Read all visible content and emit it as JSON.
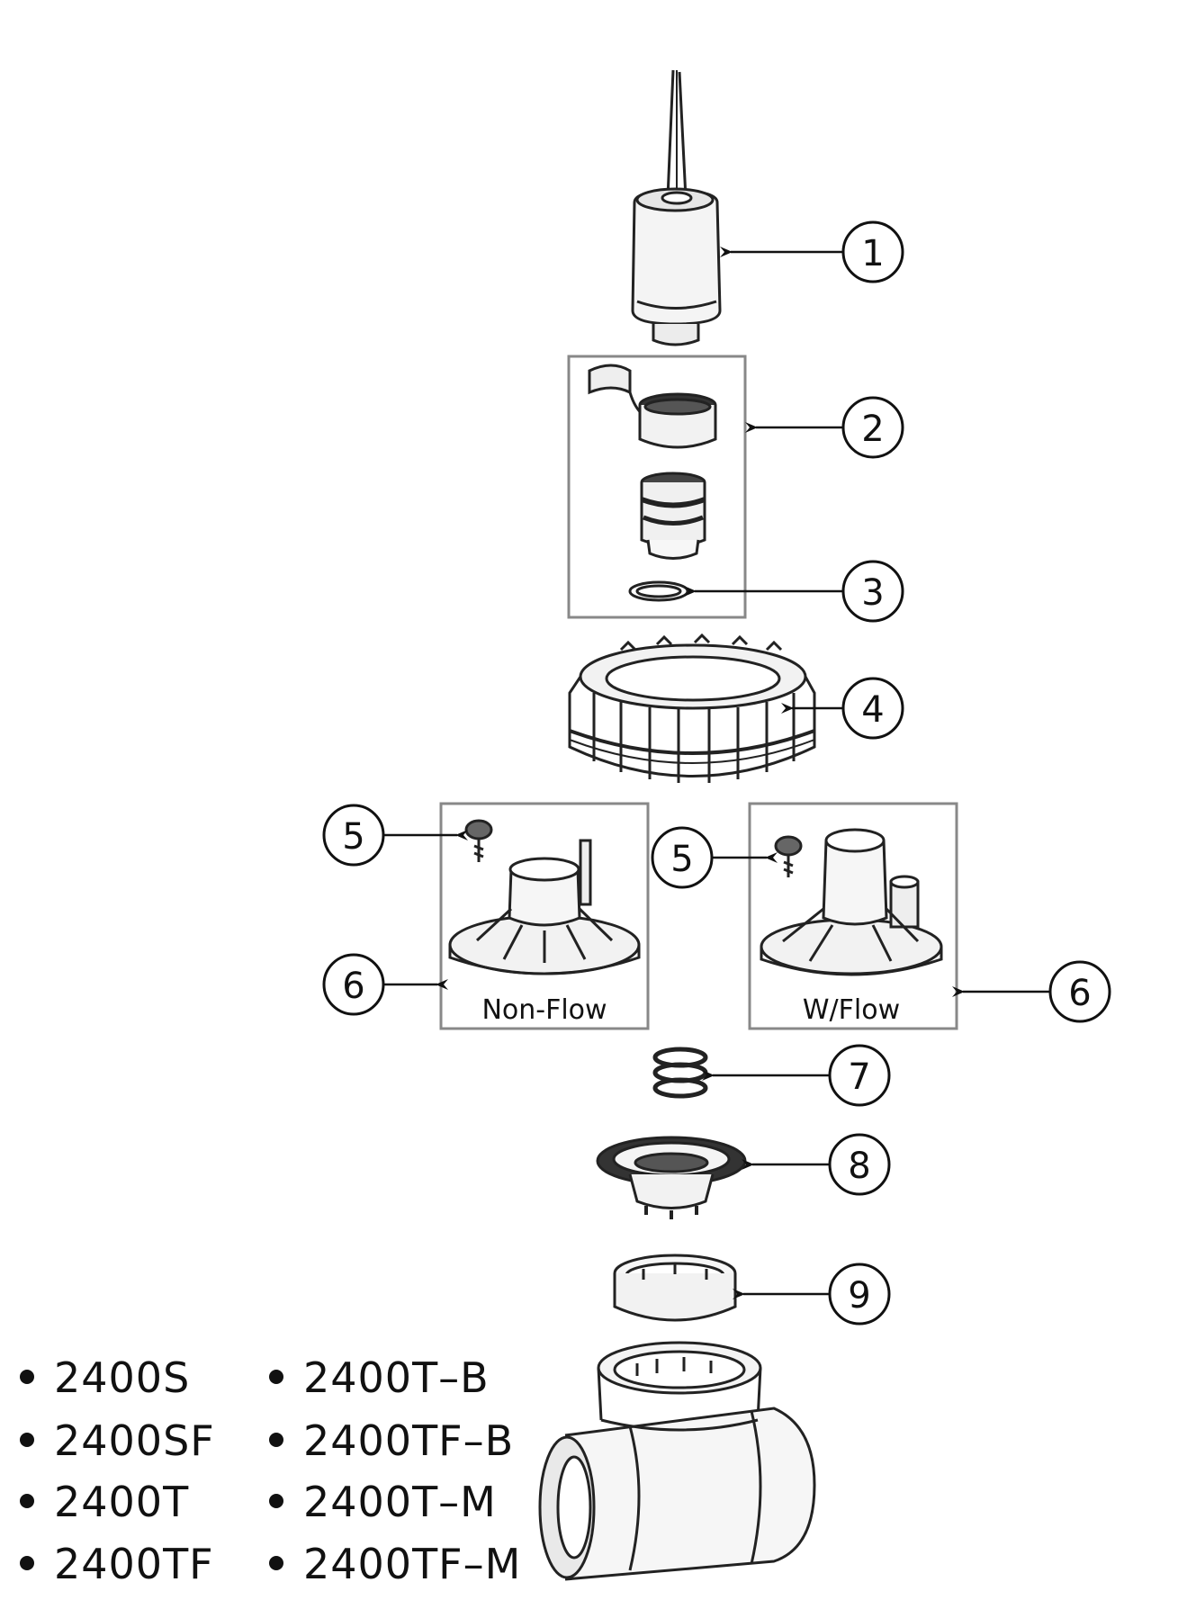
{
  "callouts": [
    {
      "id": "solenoid",
      "number": "1"
    },
    {
      "id": "flow-control-kit",
      "number": "2"
    },
    {
      "id": "o-ring",
      "number": "3"
    },
    {
      "id": "bonnet-nut",
      "number": "4"
    },
    {
      "id": "bleed-screw-nonflow",
      "number": "5"
    },
    {
      "id": "bleed-screw-wflow",
      "number": "5"
    },
    {
      "id": "bonnet-nonflow",
      "number": "6"
    },
    {
      "id": "bonnet-wflow",
      "number": "6"
    },
    {
      "id": "spring",
      "number": "7"
    },
    {
      "id": "diaphragm",
      "number": "8"
    },
    {
      "id": "seat-ring",
      "number": "9"
    }
  ],
  "bonnet_labels": {
    "non_flow": "Non-Flow",
    "with_flow": "W/Flow"
  },
  "models": {
    "column_1": [
      "2400S",
      "2400SF",
      "2400T",
      "2400TF"
    ],
    "column_2": [
      "2400T–B",
      "2400TF–B",
      "2400T–M",
      "2400TF–M"
    ]
  }
}
